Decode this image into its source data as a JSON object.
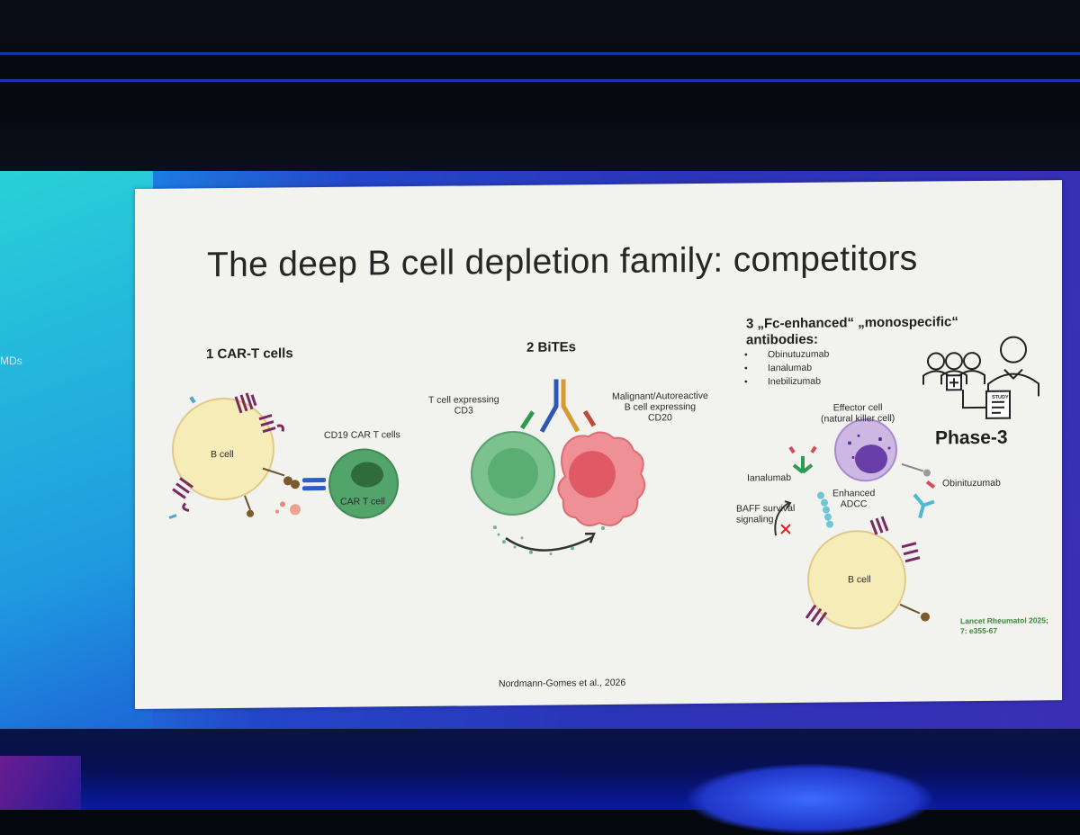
{
  "side_text": "MDs",
  "slide": {
    "title": "The deep B cell depletion family: competitors",
    "car_t": {
      "heading": "1 CAR-T cells",
      "b_cell_label": "B cell",
      "cd19_label": "CD19 CAR T cells",
      "car_t_cell_label": "CAR T cell"
    },
    "bites": {
      "heading": "2 BiTEs",
      "t_cell_label": "T cell expressing\nCD3",
      "malignant_label": "Malignant/Autoreactive\nB cell expressing\nCD20"
    },
    "antibodies": {
      "heading_line1": "3 „Fc-enhanced“ „monospecific“",
      "heading_line2": "antibodies:",
      "items": [
        "Obinutuzumab",
        "Ianalumab",
        "Inebilizumab"
      ],
      "phase": "Phase-3",
      "study_label": "STUDY",
      "effector_label": "Effector cell\n(natural killer cell)",
      "ianalumab_label": "Ianalumab",
      "obinutuzumab_label": "Obinituzumab",
      "enhanced_label": "Enhanced\nADCC",
      "baff_label": "BAFF survival\nsignaling",
      "b_cell_label": "B cell",
      "citation": "Lancet Rheumatol 2025;\n7: e355-67"
    },
    "footer": "Nordmann-Gomes et al., 2026"
  }
}
